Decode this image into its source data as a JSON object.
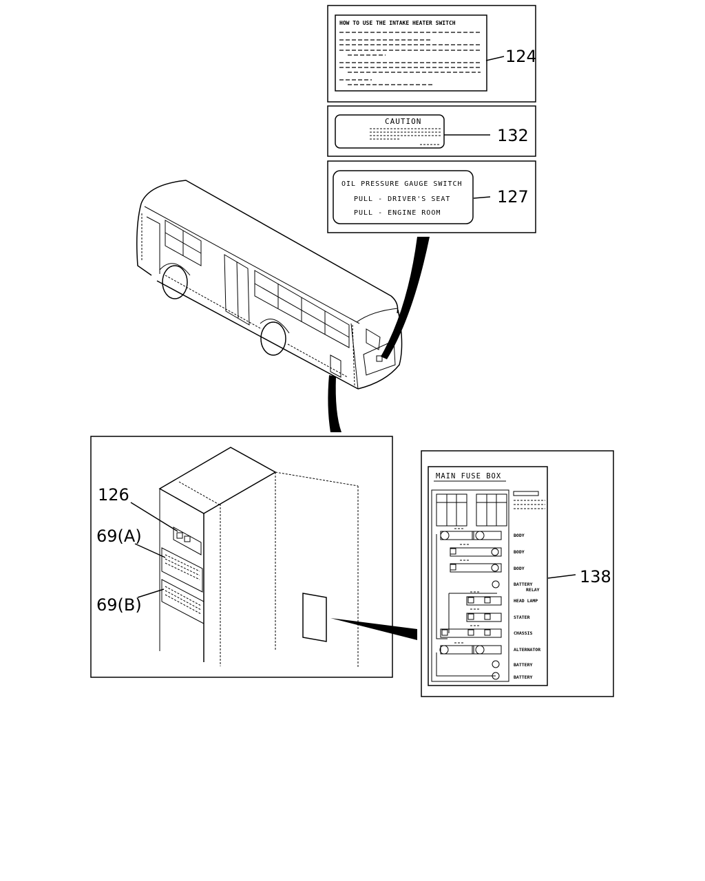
{
  "callouts": {
    "c124": "124",
    "c132": "132",
    "c127": "127",
    "c126": "126",
    "c69a": "69(A)",
    "c69b": "69(B)",
    "c138": "138"
  },
  "label_124": {
    "title": "HOW TO USE THE INTAKE HEATER SWITCH"
  },
  "label_132": {
    "title": "CAUTION"
  },
  "label_127": {
    "line1": "OIL PRESSURE GAUGE SWITCH",
    "line2": "PULL - DRIVER'S SEAT",
    "line3": "PULL - ENGINE ROOM"
  },
  "fuse_box": {
    "title": "MAIN FUSE BOX",
    "rows": [
      "BODY",
      "BODY",
      "BODY",
      "BATTERY",
      "RELAY",
      "HEAD LAMP",
      "STATER",
      "CHASSIS",
      "ALTERNATOR",
      "BATTERY",
      "BATTERY"
    ]
  }
}
